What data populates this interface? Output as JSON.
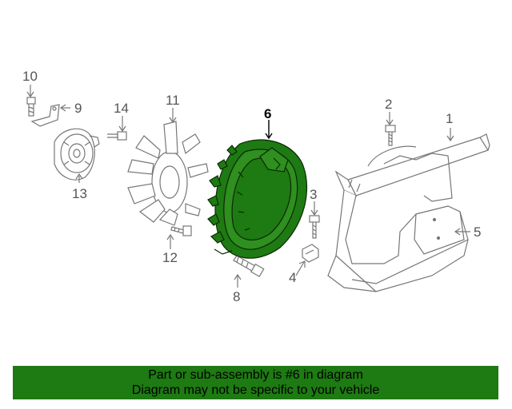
{
  "callouts": {
    "c1": "1",
    "c2": "2",
    "c3": "3",
    "c4": "4",
    "c5": "5",
    "c6": "6",
    "c7": "8",
    "c9": "9",
    "c10": "10",
    "c11": "11",
    "c12": "12",
    "c13": "13",
    "c14": "14"
  },
  "highlight_color": "#1e7a12",
  "banner": {
    "line1": "Part or sub-assembly is #6 in diagram",
    "line2": "Diagram may not be specific to your vehicle"
  }
}
